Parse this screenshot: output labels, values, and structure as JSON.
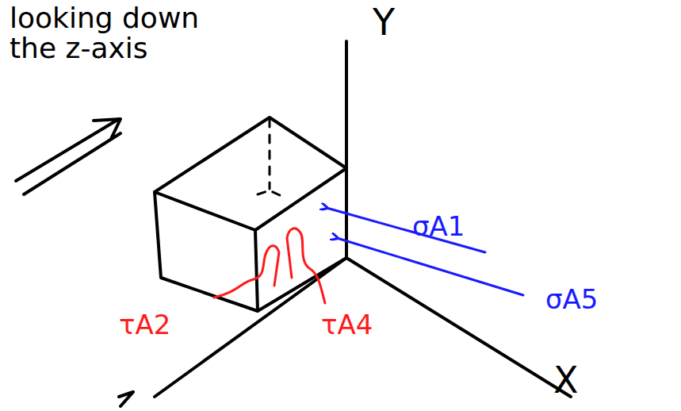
{
  "diagram": {
    "labels": [
      "looking down the z-axis",
      "Y",
      "X",
      "σA1",
      "σA5",
      "τA2",
      "τA4"
    ]
  }
}
